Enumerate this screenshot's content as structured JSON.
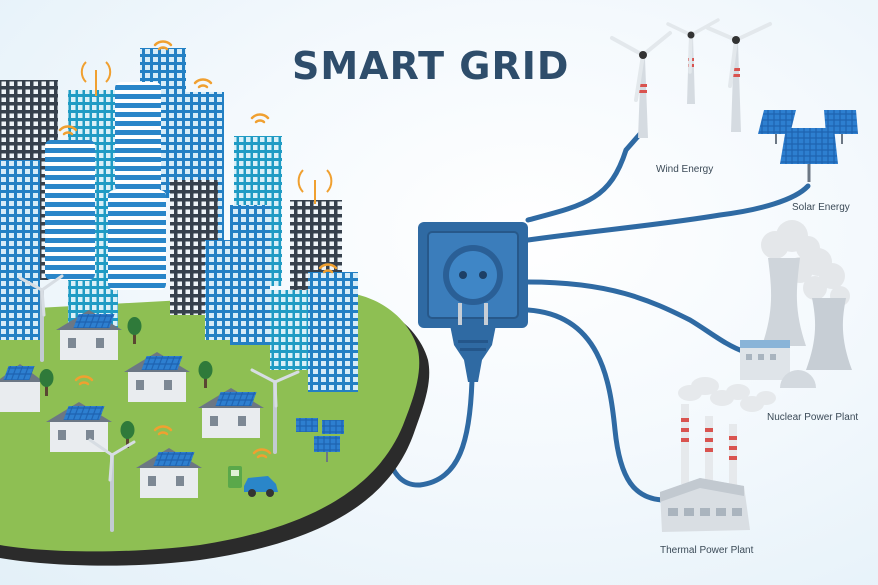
{
  "title": "SMART GRID",
  "sources": [
    {
      "id": "wind",
      "label": "Wind Energy",
      "icon": "wind-turbine-icon"
    },
    {
      "id": "solar",
      "label": "Solar Energy",
      "icon": "solar-panel-icon"
    },
    {
      "id": "nuclear",
      "label": "Nuclear Power Plant",
      "icon": "nuclear-plant-icon"
    },
    {
      "id": "thermal",
      "label": "Thermal Power Plant",
      "icon": "thermal-plant-icon"
    }
  ],
  "center": {
    "icon": "power-socket-icon",
    "plug_icon": "electric-plug-icon"
  },
  "city": {
    "icon": "smart-city-icon"
  },
  "colors": {
    "title": "#2e4d6b",
    "cable": "#2f6aa3",
    "ground": "#8ebf53",
    "ground_edge": "#2b2b2b",
    "building_blue": "#2a86c9",
    "building_dark": "#3a4350",
    "wifi": "#f0a030",
    "socket": "#2f6aa3"
  }
}
